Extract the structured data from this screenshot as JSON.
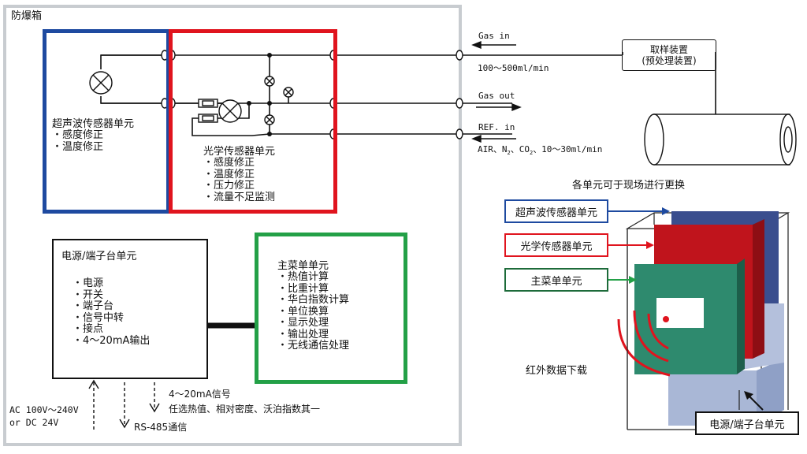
{
  "enclosure": {
    "title": "防爆箱"
  },
  "ultrasonic_unit": {
    "title": "超声波传感器单元",
    "items": [
      "・感度修正",
      "・温度修正"
    ]
  },
  "optical_unit": {
    "title": "光学传感器单元",
    "items": [
      "・感度修正",
      "・温度修正",
      "・压力修正",
      "・流量不足监测"
    ]
  },
  "power_unit": {
    "title": "电源/端子台单元",
    "items": [
      "・电源",
      "・开关",
      "・端子台",
      "・信号中转",
      "・接点",
      "・4～20mA输出"
    ]
  },
  "main_menu_unit": {
    "title": "主菜单单元",
    "items": [
      "・热值计算",
      "・比重计算",
      "・华白指数计算",
      "・单位换算",
      "・显示处理",
      "・输出处理",
      "・无线通信处理"
    ]
  },
  "flows": {
    "gas_in": "Gas in",
    "gas_in_rate": "100～500ml/min",
    "gas_out": "Gas out",
    "ref_in": "REF. in",
    "ref_gases": "AIR、N",
    "ref_gases_sub1": "2",
    "ref_gases_mid": "、CO",
    "ref_gases_sub2": "2",
    "ref_rate": "、10～30ml/min"
  },
  "sampling": {
    "line1": "取样装置",
    "line2": "(预处理装置)"
  },
  "replace_note": "各单元可于现场进行更换",
  "legend": {
    "ultrasonic": "超声波传感器单元",
    "optical": "光学传感器单元",
    "main": "主菜单单元",
    "power": "电源/端子台单元"
  },
  "ir_label": "红外数据下载",
  "io": {
    "power_in_1": "AC 100V～240V",
    "power_in_2": "or DC 24V",
    "signal_1": "4～20mA信号",
    "signal_2": "任选热值、相对密度、沃泊指数其一",
    "rs485": "RS-485通信"
  },
  "colors": {
    "ultrasonic": "#1e4aa0",
    "optical": "#e0141e",
    "main": "#23a047",
    "enclosure": "#c8ccd0"
  }
}
